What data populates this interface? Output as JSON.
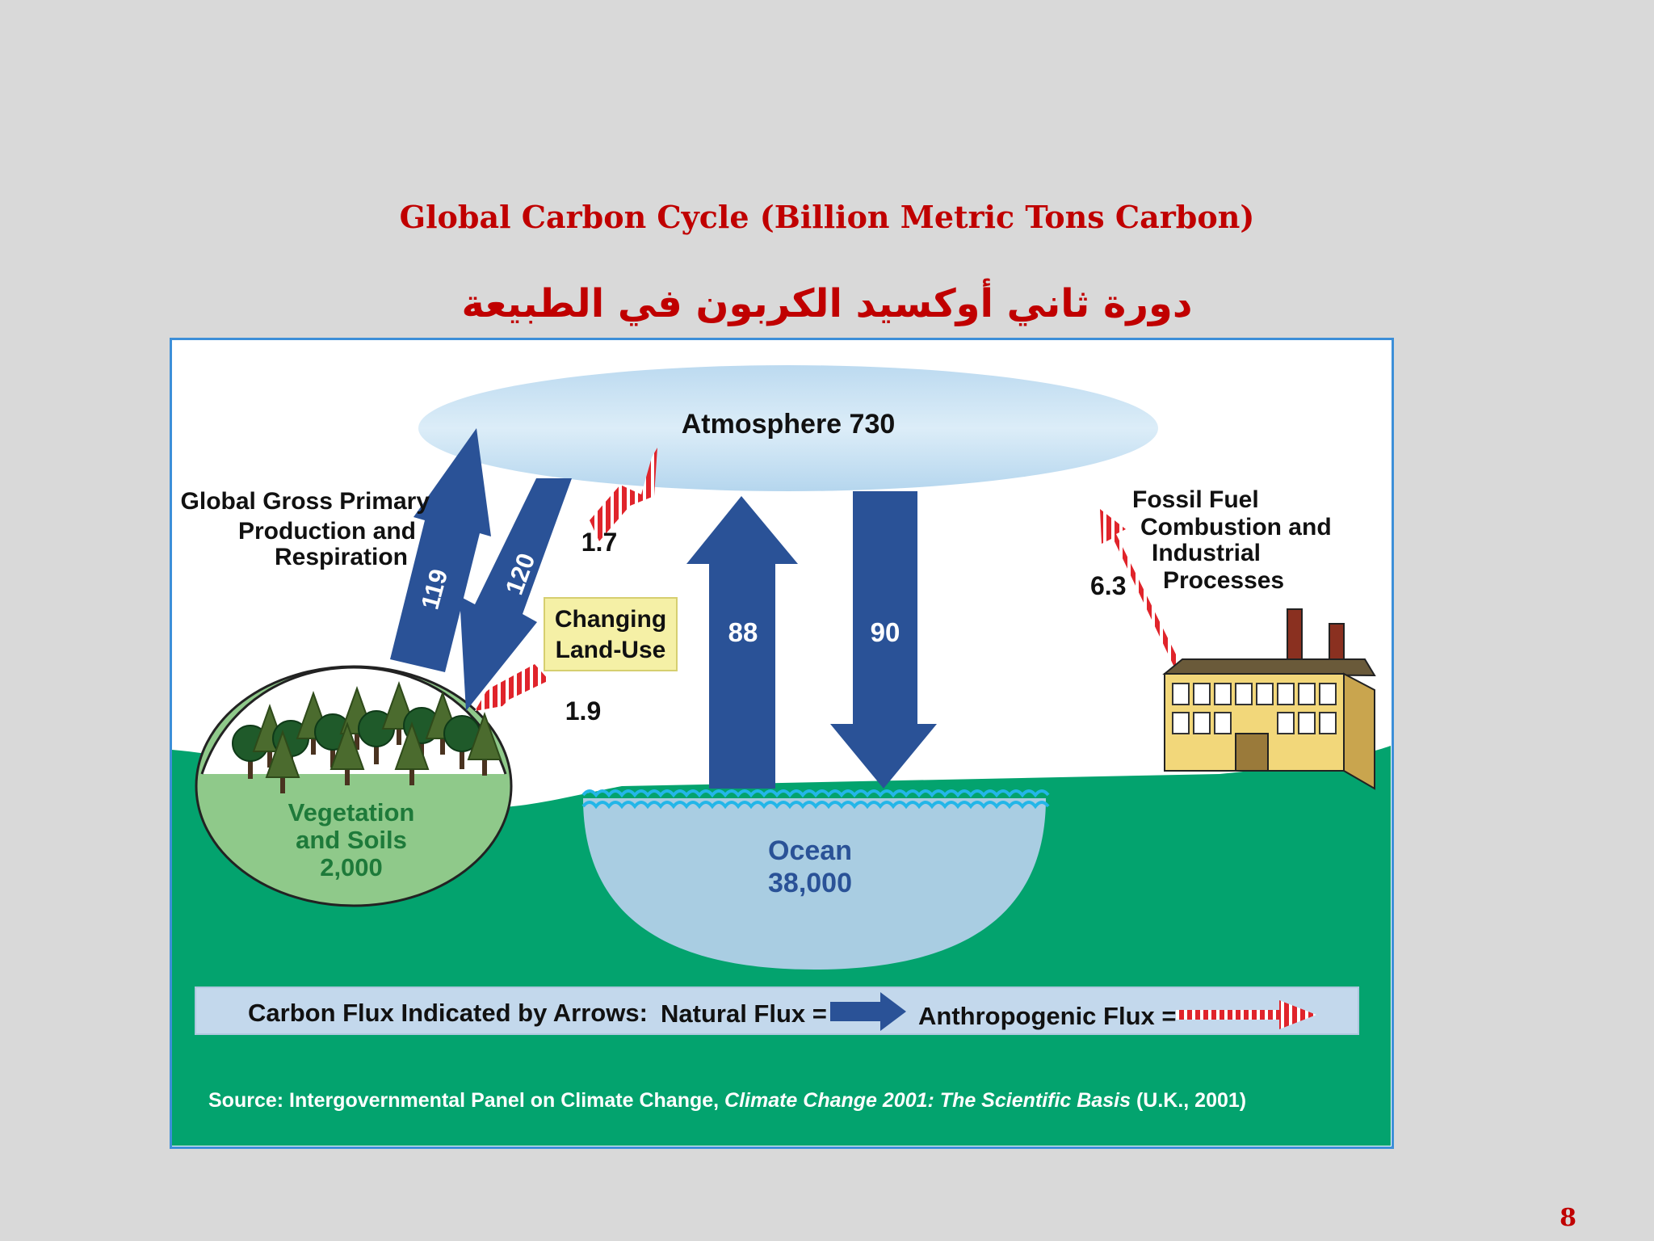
{
  "slide": {
    "title": "Global Carbon Cycle (Billion Metric Tons Carbon)",
    "subtitle": "دورة ثاني أوكسيد الكربون في الطبيعة",
    "page_number": "8"
  },
  "diagram": {
    "atmosphere": "Atmosphere 730",
    "gpp_label": [
      "Global Gross Primary",
      "Production and",
      "Respiration"
    ],
    "flux_up_vegetation": "119",
    "flux_down_vegetation": "120",
    "land_use_label": [
      "Changing",
      "Land-Use"
    ],
    "land_use_to_atm": "1.7",
    "land_use_to_veg": "1.9",
    "ocean_up": "88",
    "ocean_down": "90",
    "fossil_label": [
      "Fossil Fuel",
      "Combustion and",
      "Industrial",
      "Processes"
    ],
    "fossil_flux": "6.3",
    "vegetation": [
      "Vegetation",
      "and Soils",
      "2,000"
    ],
    "ocean": [
      "Ocean",
      "38,000"
    ],
    "legend": {
      "prefix": "Carbon Flux Indicated by Arrows:",
      "natural": "Natural Flux =",
      "anthropogenic": "Anthropogenic Flux ="
    },
    "source": {
      "prefix": "Source: Intergovernmental Panel on Climate Change, ",
      "title": "Climate Change 2001: The Scientific Basis",
      "suffix": " (U.K., 2001)"
    }
  },
  "colors": {
    "title_red": "#c00000",
    "natural_blue": "#2a5297",
    "anthro_red": "#e0242b",
    "ground_green": "#03a36e",
    "ocean_blue": "#a9cde2",
    "frame_blue": "#3d8fd8",
    "veg_green": "#8fc98a"
  }
}
